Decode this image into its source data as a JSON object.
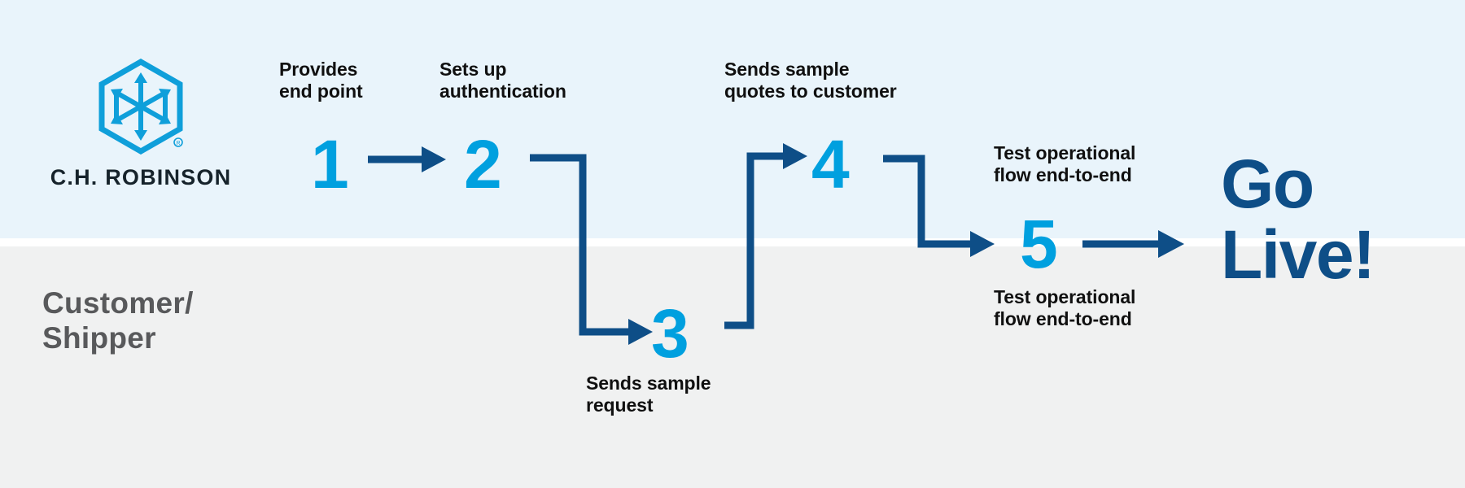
{
  "meta": {
    "title": "C.H. Robinson API onboarding process flow",
    "colors": {
      "band_top": "#e9f4fb",
      "band_bottom": "#f0f1f1",
      "numeral_blue": "#00a0df",
      "connector_blue": "#0e4e87",
      "lane_label_grey": "#58595b",
      "caption_black": "#101010",
      "logo_blue": "#0f9fda",
      "wordmark_dark": "#16232b"
    }
  },
  "lanes": {
    "top": {
      "brand_name": "C.H. ROBINSON",
      "logo_icon": "hexagon-cube-arrows-icon"
    },
    "bottom": {
      "label": "Customer/\nShipper"
    }
  },
  "steps": [
    {
      "number": "1",
      "caption": "Provides\nend point",
      "lane": "top"
    },
    {
      "number": "2",
      "caption": "Sets up\nauthentication",
      "lane": "top"
    },
    {
      "number": "3",
      "caption": "Sends sample\nrequest",
      "lane": "bottom"
    },
    {
      "number": "4",
      "caption": "Sends sample\nquotes to customer",
      "lane": "top"
    },
    {
      "number": "5",
      "caption_top": "Test operational\nflow end-to-end",
      "caption_bottom": "Test operational\nflow end-to-end",
      "lane": "both"
    }
  ],
  "outcome": {
    "label": "Go\nLive!"
  },
  "connectors": [
    {
      "name": "arrow-1-to-2",
      "kind": "straight-right"
    },
    {
      "name": "arrow-2-to-3",
      "kind": "right-down-right"
    },
    {
      "name": "arrow-3-to-4",
      "kind": "right-up-right"
    },
    {
      "name": "arrow-4-to-5",
      "kind": "right-down-right"
    },
    {
      "name": "arrow-5-to-golive",
      "kind": "straight-right"
    }
  ]
}
